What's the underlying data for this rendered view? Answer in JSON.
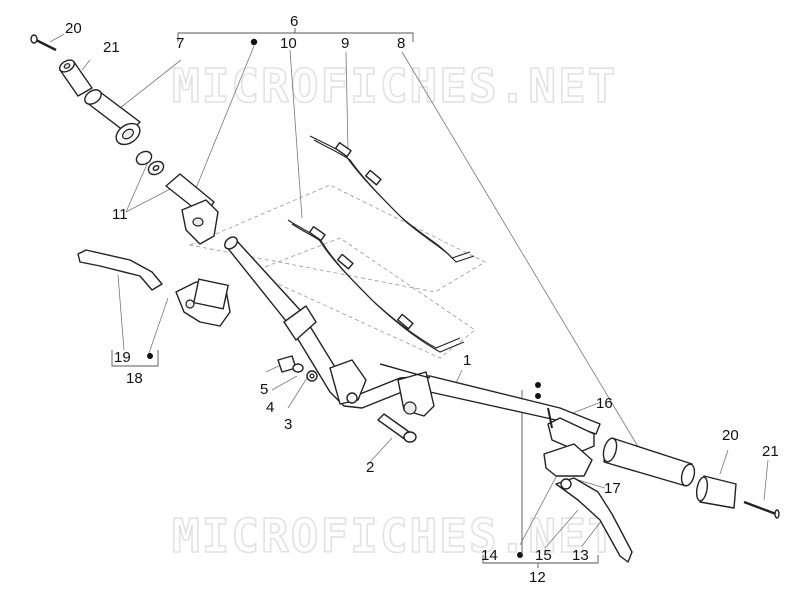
{
  "watermark": "MICROFICHES.NET",
  "labels": {
    "p1": "1",
    "p2": "2",
    "p3": "3",
    "p4": "4",
    "p5": "5",
    "p6": "6",
    "p7": "7",
    "p8": "8",
    "p9": "9",
    "p10": "10",
    "p11": "11",
    "p12": "12",
    "p13": "13",
    "p14": "14",
    "p15": "15",
    "p16": "16",
    "p17": "17",
    "p18": "18",
    "p19": "19",
    "p20a": "20",
    "p21a": "21",
    "p20b": "20",
    "p21b": "21"
  }
}
